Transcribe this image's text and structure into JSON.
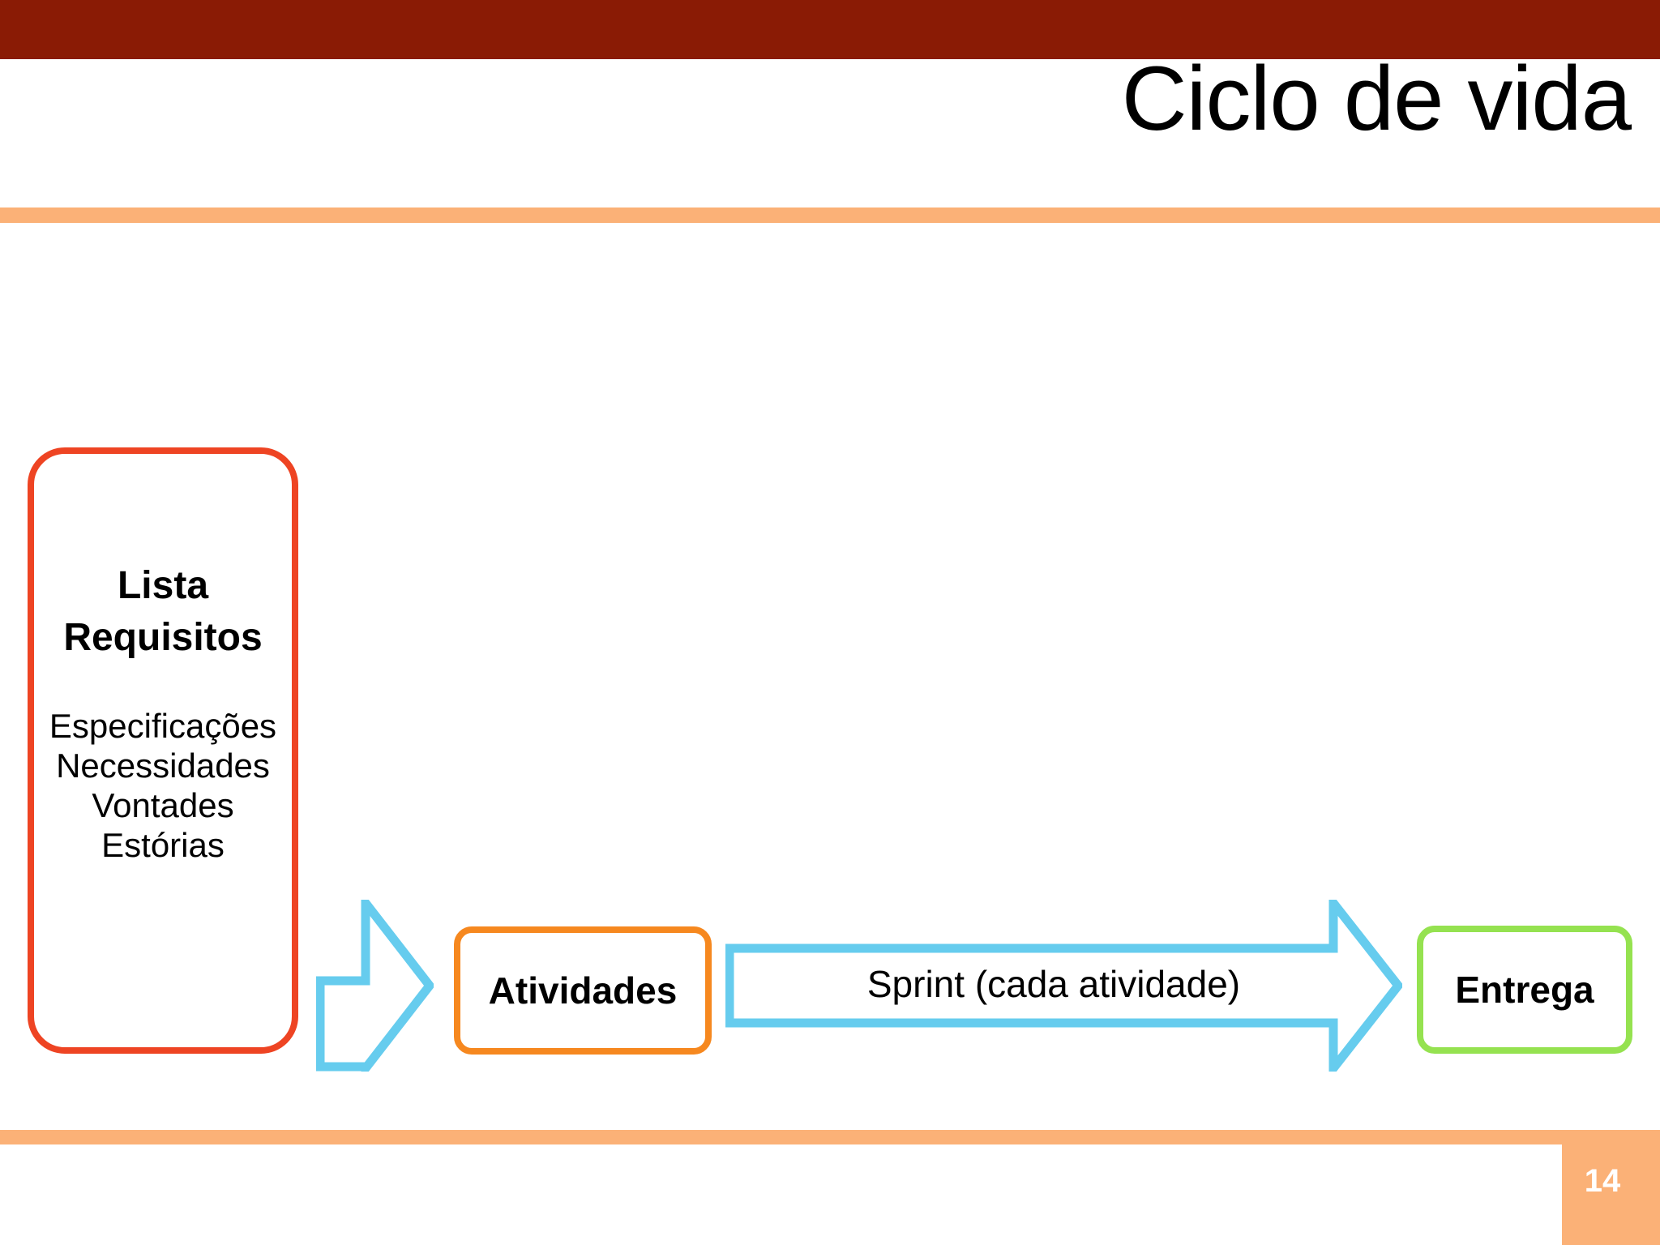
{
  "slide": {
    "title": "Ciclo de vida",
    "page_number": "14",
    "colors": {
      "top_band": "#8A1B05",
      "rule": "#FBB177",
      "requisitos_border": "#EE4423",
      "atividades_border": "#F6881F",
      "entrega_border": "#95E250",
      "arrow": "#66CCEE",
      "text": "#000000",
      "page_number_text": "#FFFFFF"
    }
  },
  "diagram": {
    "nodes": [
      {
        "id": "lista-requisitos",
        "heading": "Lista Requisitos",
        "body": "Especificações\nNecessidades\nVontades\nEstórias"
      },
      {
        "id": "atividades",
        "heading": "Atividades"
      },
      {
        "id": "entrega",
        "heading": "Entrega"
      }
    ],
    "arrows": [
      {
        "id": "requisitos-to-atividades",
        "label": ""
      },
      {
        "id": "atividades-to-entrega",
        "label": "Sprint (cada atividade)"
      }
    ]
  }
}
